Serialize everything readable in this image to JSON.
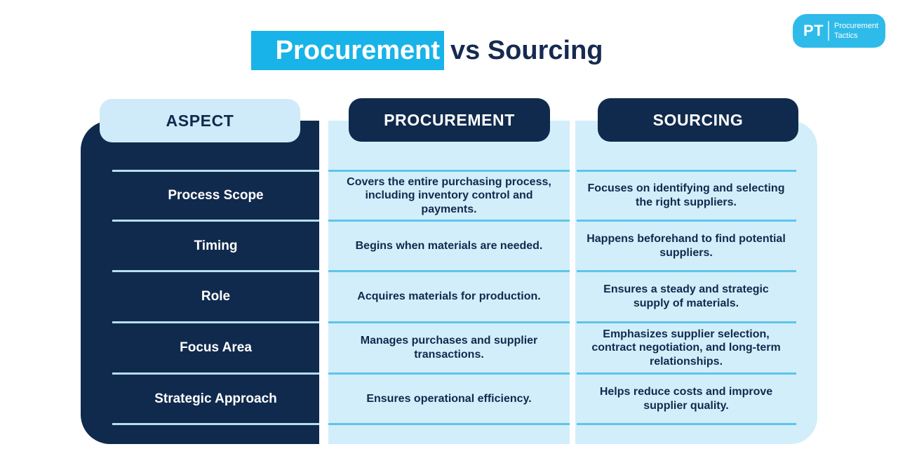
{
  "title": {
    "highlighted_word": "Procurement",
    "rest": "vs Sourcing"
  },
  "logo": {
    "abbr": "PT",
    "name_line1": "Procurement",
    "name_line2": "Tactics"
  },
  "colors": {
    "navy": "#102a4d",
    "title_highlight_cyan": "#18b3e8",
    "logo_cyan": "#2fbbe9",
    "aspect_pill_pale_blue": "#cfeaf8",
    "panel_light_blue": "#d2eefa",
    "divider_on_navy": "#b6def2",
    "divider_on_light": "#5ec5ea",
    "text_navy": "#12294d"
  },
  "table": {
    "headers": [
      "ASPECT",
      "PROCUREMENT",
      "SOURCING"
    ],
    "rows": [
      {
        "aspect": "Process Scope",
        "procurement": "Covers the entire purchasing process, including inventory control and payments.",
        "sourcing": "Focuses on identifying and selecting the right suppliers."
      },
      {
        "aspect": "Timing",
        "procurement": "Begins when materials are needed.",
        "sourcing": "Happens beforehand to find potential suppliers."
      },
      {
        "aspect": "Role",
        "procurement": "Acquires materials for production.",
        "sourcing": "Ensures a steady and strategic supply of materials."
      },
      {
        "aspect": "Focus Area",
        "procurement": "Manages purchases and supplier transactions.",
        "sourcing": "Emphasizes supplier selection, contract negotiation, and long-term relationships."
      },
      {
        "aspect": "Strategic Approach",
        "procurement": "Ensures operational efficiency.",
        "sourcing": "Helps reduce costs and improve supplier quality."
      }
    ]
  }
}
